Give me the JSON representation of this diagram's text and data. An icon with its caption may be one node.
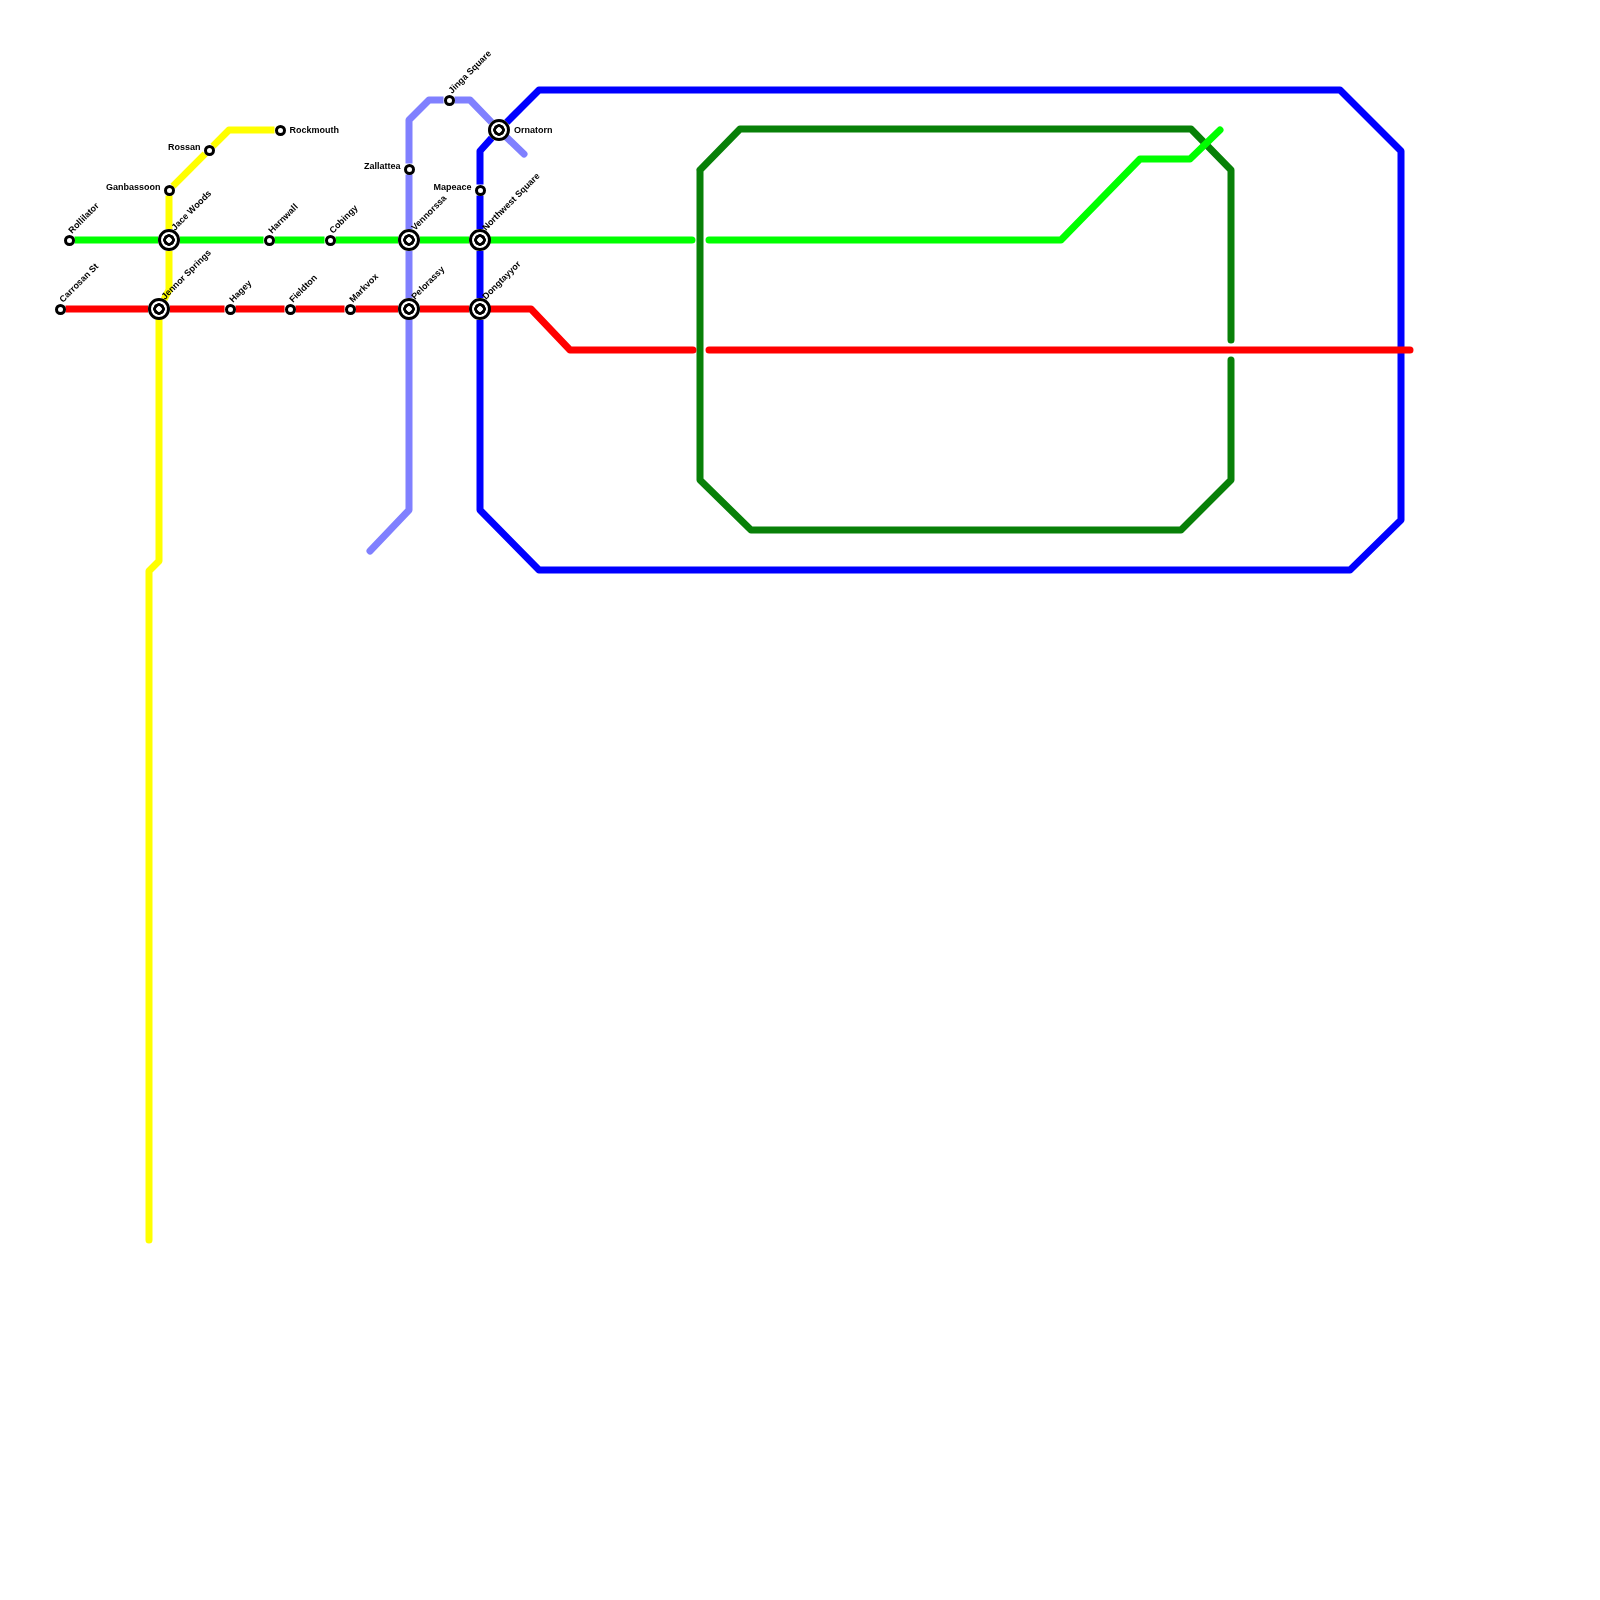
{
  "diagram": {
    "nodes": [
      {
        "text": [
          "Rockmouth"
        ]
      },
      {
        "text": [
          "Rossan"
        ]
      },
      {
        "text": [
          "Ganbassoon"
        ]
      },
      {
        "text": [
          "Rollilator"
        ]
      },
      {
        "text": [
          "Jace Woods"
        ]
      },
      {
        "text": [
          "Harnwall"
        ]
      },
      {
        "text": [
          "Cobingy"
        ]
      },
      {
        "text": [
          "Vennorssa"
        ]
      },
      {
        "text": [
          "Northwest Square"
        ]
      },
      {
        "text": [
          "Carrosan St"
        ]
      },
      {
        "text": [
          "Jennor Springs"
        ]
      },
      {
        "text": [
          "Hagey"
        ]
      },
      {
        "text": [
          "Fieldton"
        ]
      },
      {
        "text": [
          "Markvox"
        ]
      },
      {
        "text": [
          "Pelorassy"
        ]
      },
      {
        "text": [
          "Dongtayyor"
        ]
      },
      {
        "text": [
          "Zallattea"
        ]
      },
      {
        "text": [
          "Mapeace"
        ]
      },
      {
        "text": [
          "Jinga Square"
        ]
      },
      {
        "text": [
          "Ornatorn"
        ]
      }
    ],
    "edges": [
      {
        "from": 0,
        "to": 1,
        "arrow": "none",
        "color": "#ffff00"
      },
      {
        "from": 1,
        "to": 2,
        "arrow": "none",
        "color": "#ffff00"
      },
      {
        "from": 2,
        "to": 4,
        "arrow": "none",
        "color": "#ffff00"
      },
      {
        "from": 4,
        "to": 10,
        "arrow": "none",
        "color": "#ffff00"
      },
      {
        "from": 10,
        "to": null,
        "arrow": "none",
        "color": "#ffff00"
      },
      {
        "from": 3,
        "to": 4,
        "arrow": "none",
        "color": "#00ff00"
      },
      {
        "from": 4,
        "to": 5,
        "arrow": "none",
        "color": "#00ff00"
      },
      {
        "from": 5,
        "to": 6,
        "arrow": "none",
        "color": "#00ff00"
      },
      {
        "from": 6,
        "to": 7,
        "arrow": "none",
        "color": "#00ff00"
      },
      {
        "from": 7,
        "to": 8,
        "arrow": "none",
        "color": "#00ff00"
      },
      {
        "from": 8,
        "to": null,
        "arrow": "none",
        "color": "#00ff00"
      },
      {
        "from": 9,
        "to": 10,
        "arrow": "none",
        "color": "#ff0000"
      },
      {
        "from": 10,
        "to": 11,
        "arrow": "none",
        "color": "#ff0000"
      },
      {
        "from": 11,
        "to": 12,
        "arrow": "none",
        "color": "#ff0000"
      },
      {
        "from": 12,
        "to": 13,
        "arrow": "none",
        "color": "#ff0000"
      },
      {
        "from": 13,
        "to": 14,
        "arrow": "none",
        "color": "#ff0000"
      },
      {
        "from": 14,
        "to": 15,
        "arrow": "none",
        "color": "#ff0000"
      },
      {
        "from": 15,
        "to": null,
        "arrow": "none",
        "color": "#ff0000"
      },
      {
        "from": null,
        "to": 14,
        "arrow": "none",
        "color": "#8080ff"
      },
      {
        "from": 14,
        "to": 7,
        "arrow": "none",
        "color": "#8080ff"
      },
      {
        "from": 7,
        "to": 16,
        "arrow": "none",
        "color": "#8080ff"
      },
      {
        "from": 16,
        "to": 18,
        "arrow": "none",
        "color": "#8080ff"
      },
      {
        "from": 18,
        "to": 19,
        "arrow": "none",
        "color": "#8080ff"
      },
      {
        "from": 19,
        "to": null,
        "arrow": "none",
        "color": "#8080ff"
      },
      {
        "from": 15,
        "to": 8,
        "arrow": "none",
        "color": "#0000ff"
      },
      {
        "from": 8,
        "to": 17,
        "arrow": "none",
        "color": "#0000ff"
      },
      {
        "from": 17,
        "to": 19,
        "arrow": "none",
        "color": "#0000ff"
      },
      {
        "from": 19,
        "to": 15,
        "arrow": "none",
        "color": "#0000ff"
      }
    ]
  }
}
